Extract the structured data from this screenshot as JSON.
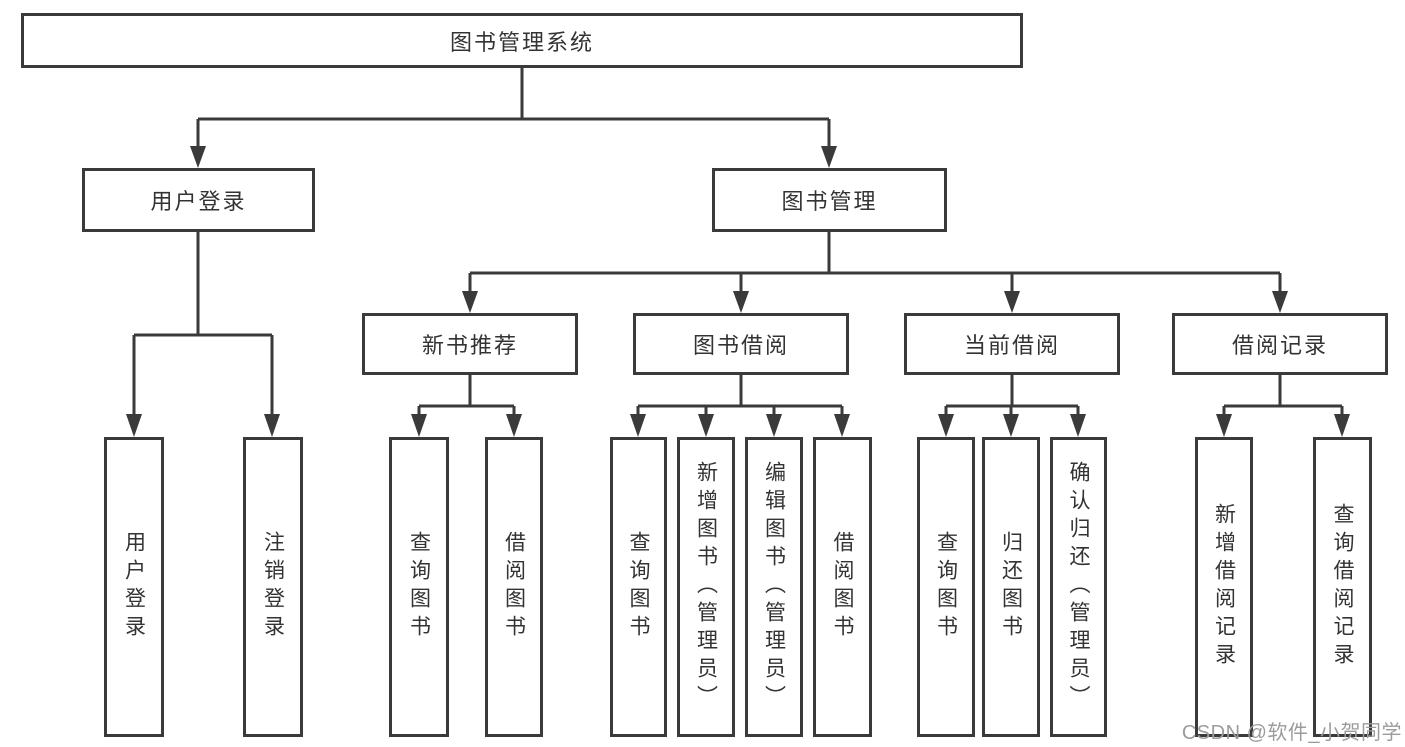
{
  "diagram_title": "图书管理系统",
  "tree": {
    "root": {
      "label": "图书管理系统",
      "children": [
        {
          "label": "用户登录",
          "children": [
            {
              "label": "用户登录"
            },
            {
              "label": "注销登录"
            }
          ]
        },
        {
          "label": "图书管理",
          "children": [
            {
              "label": "新书推荐",
              "children": [
                {
                  "label": "查询图书"
                },
                {
                  "label": "借阅图书"
                }
              ]
            },
            {
              "label": "图书借阅",
              "children": [
                {
                  "label": "查询图书"
                },
                {
                  "label": "新增图书（管理员）"
                },
                {
                  "label": "编辑图书（管理员）"
                },
                {
                  "label": "借阅图书"
                }
              ]
            },
            {
              "label": "当前借阅",
              "children": [
                {
                  "label": "查询图书"
                },
                {
                  "label": "归还图书"
                },
                {
                  "label": "确认归还（管理员）"
                }
              ]
            },
            {
              "label": "借阅记录",
              "children": [
                {
                  "label": "新增借阅记录"
                },
                {
                  "label": "查询借阅记录"
                }
              ]
            }
          ]
        }
      ]
    }
  },
  "watermark": {
    "text": "CSDN @软件_小贺同学"
  },
  "colors": {
    "line": "#3a3a3a",
    "background": "#ffffff",
    "box_fill": "#ffffff",
    "watermark_text": "#9c9c9c"
  }
}
